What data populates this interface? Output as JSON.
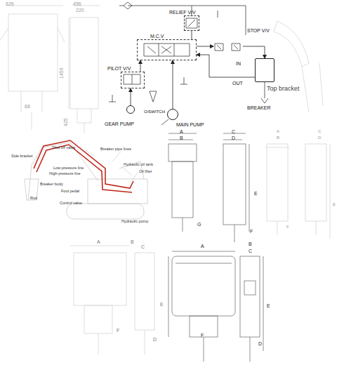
{
  "diagram": {
    "nodes": [
      {
        "text": [
          "RELIEF V/V"
        ]
      },
      {
        "text": [
          "M.C.V"
        ]
      },
      {
        "text": [
          "PILOT V/V"
        ]
      },
      {
        "text": [
          "STOP V/V"
        ]
      },
      {
        "text": [
          "BREAKER"
        ]
      },
      {
        "text": [
          "GEAR PUMP"
        ]
      },
      {
        "text": [
          "MAIN PUMP"
        ]
      }
    ],
    "edges": [
      {
        "from": 6,
        "to": 1,
        "arrow": "to"
      },
      {
        "from": 1,
        "to": 3,
        "arrow": "to"
      },
      {
        "from": 3,
        "to": 4,
        "arrow": "to"
      },
      {
        "from": 4,
        "to": 1,
        "arrow": "to"
      },
      {
        "from": 0,
        "to": 1,
        "arrow": "none"
      },
      {
        "from": 5,
        "to": 2,
        "arrow": "to"
      },
      {
        "from": 2,
        "to": 1,
        "arrow": "to"
      }
    ],
    "labels": [
      "626",
      "456",
      "220",
      "1459",
      "425",
      "68",
      "Top bracket",
      "IN",
      "OUT",
      "O/SWITCH",
      "Side bracket",
      "Shut off valve",
      "Low-pressure line",
      "High-pressure line",
      "Breaker body",
      "Foot pedal",
      "Rod",
      "Control valve",
      "Breaker pipe lines",
      "Hydraulic oil tank",
      "Oil filter",
      "Hydraulic pump",
      "A",
      "B",
      "G",
      "C",
      "D",
      "E",
      "F",
      "A",
      "B",
      "C",
      "D",
      "E",
      "F",
      "A",
      "B",
      "C",
      "E",
      "F",
      "D",
      "A",
      "B",
      "C",
      "E",
      "F",
      "D"
    ]
  }
}
